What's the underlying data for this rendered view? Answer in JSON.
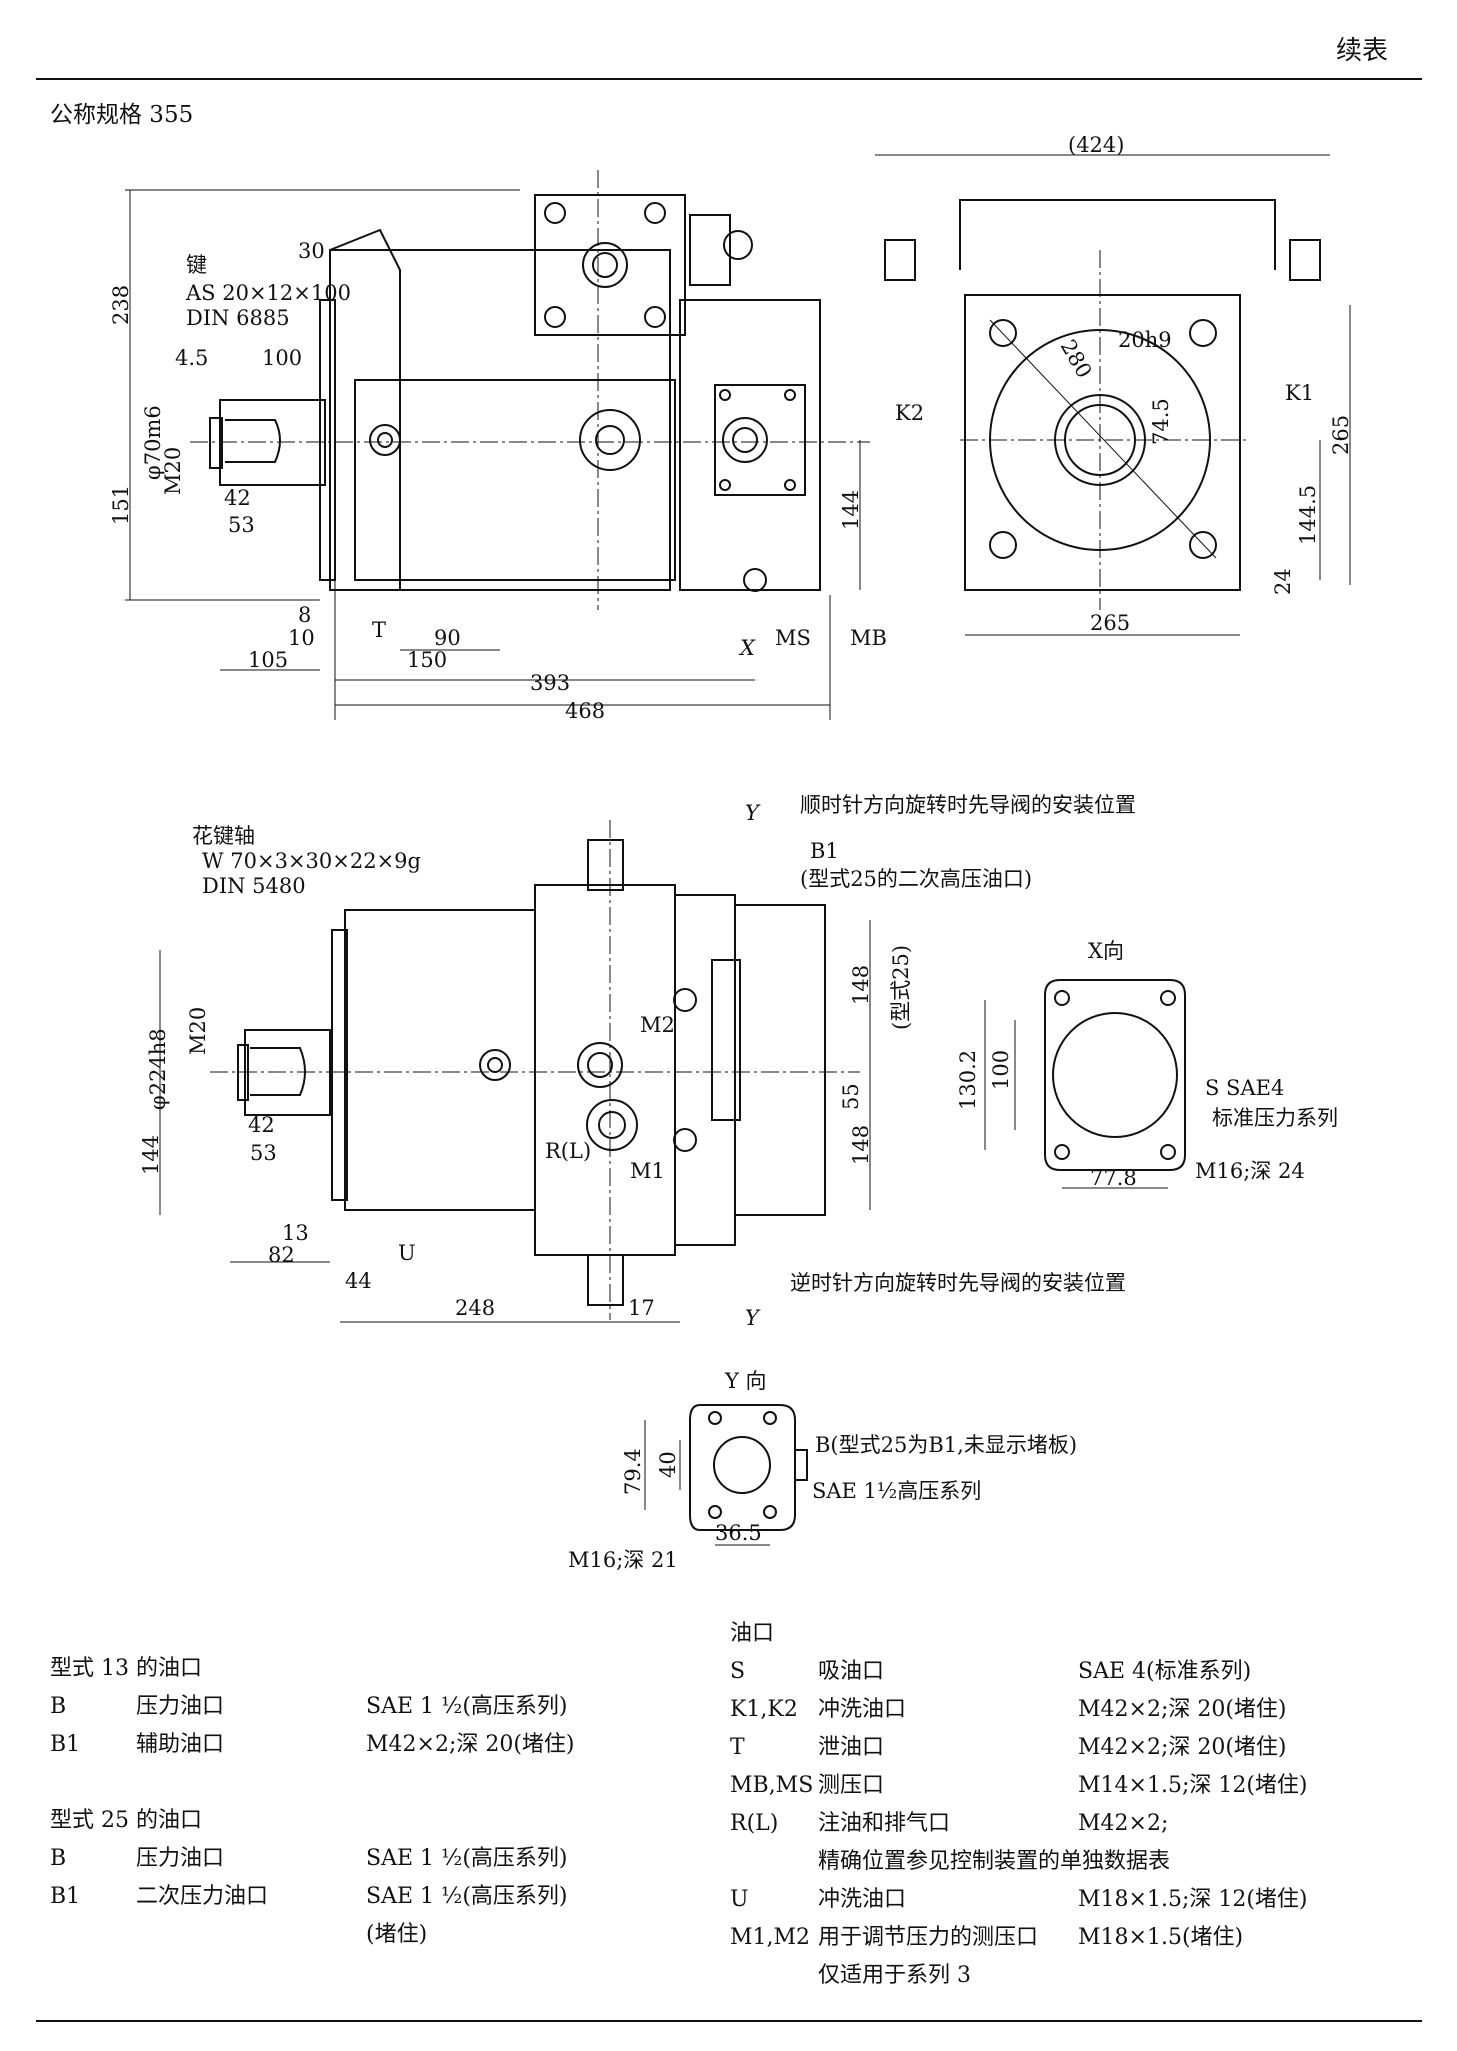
{
  "header": {
    "continued_label": "续表"
  },
  "spec_title": "公称规格 355",
  "drawing1": {
    "key_label": "键",
    "key_spec": "AS 20×12×100",
    "key_din": "DIN 6885",
    "dims": {
      "d424": "(424)",
      "d238": "238",
      "d30": "30",
      "d4_5": "4.5",
      "d100": "100",
      "d70m6": "φ70m6",
      "m20": "M20",
      "d151": "151",
      "d42": "42",
      "d53": "53",
      "d8": "8",
      "d10": "10",
      "d105": "105",
      "d90": "90",
      "d150": "150",
      "d393": "393",
      "d468": "468",
      "d144": "144",
      "d20h9": "20h9",
      "d280": "280",
      "d74_5": "74.5",
      "d265v": "265",
      "d144_5": "144.5",
      "d24": "24",
      "d265h": "265"
    },
    "labels": {
      "T": "T",
      "X": "X",
      "MS": "MS",
      "MB": "MB",
      "K1": "K1",
      "K2": "K2"
    }
  },
  "drawing2": {
    "shaft_label": "花键轴",
    "shaft_spec": "W 70×3×30×22×9g",
    "shaft_din": "DIN  5480",
    "cw_note": "顺时针方向旋转时先导阀的安装位置",
    "ccw_note": "逆时针方向旋转时先导阀的安装位置",
    "b1_label": "B1",
    "b1_note": "(型式25的二次高压油口)",
    "type25": "(型式25)",
    "dims": {
      "d224h8": "φ224h8",
      "m20": "M20",
      "d144": "144",
      "d42": "42",
      "d53": "53",
      "d13": "13",
      "d82": "82",
      "d44": "44",
      "d248": "248",
      "d17": "17",
      "d148a": "148",
      "d148b": "148",
      "d55": "55"
    },
    "labels": {
      "Y": "Y",
      "M2": "M2",
      "M1": "M1",
      "RL": "R(L)",
      "U": "U"
    }
  },
  "xview": {
    "title": "X向",
    "d130_2": "130.2",
    "d100": "100",
    "d77_8": "77.8",
    "s_note": "S SAE4",
    "s_series": "标准压力系列",
    "m16": "M16;深 24"
  },
  "yview": {
    "title": "Y 向",
    "d79_4": "79.4",
    "d40": "40",
    "d36_5": "36.5",
    "b_note": "B(型式25为B1,未显示堵板)",
    "sae": "SAE  1½高压系列",
    "m16": "M16;深 21"
  },
  "ports_left": {
    "type13_title": "型式 13 的油口",
    "type13": [
      {
        "port": "B",
        "name": "压力油口",
        "spec": "SAE 1 ½(高压系列)"
      },
      {
        "port": "B1",
        "name": "辅助油口",
        "spec": "M42×2;深 20(堵住)"
      }
    ],
    "type25_title": "型式 25 的油口",
    "type25": [
      {
        "port": "B",
        "name": "压力油口",
        "spec": "SAE 1 ½(高压系列)"
      },
      {
        "port": "B1",
        "name": "二次压力油口",
        "spec": "SAE 1 ½(高压系列)"
      },
      {
        "port": "",
        "name": "",
        "spec": "(堵住)"
      }
    ]
  },
  "ports_right": {
    "title": "油口",
    "rows": [
      {
        "port": "S",
        "name": "吸油口",
        "spec": "SAE 4(标准系列)"
      },
      {
        "port": "K1,K2",
        "name": "冲洗油口",
        "spec": "M42×2;深 20(堵住)"
      },
      {
        "port": "T",
        "name": "泄油口",
        "spec": "M42×2;深 20(堵住)"
      },
      {
        "port": "MB,MS",
        "name": "测压口",
        "spec": "M14×1.5;深 12(堵住)"
      },
      {
        "port": "R(L)",
        "name": "注油和排气口",
        "spec": "M42×2;"
      },
      {
        "port": "",
        "name": "精确位置参见控制装置的单独数据表",
        "spec": ""
      },
      {
        "port": "U",
        "name": "冲洗油口",
        "spec": "M18×1.5;深 12(堵住)"
      },
      {
        "port": "M1,M2",
        "name": "用于调节压力的测压口",
        "spec": "M18×1.5(堵住)"
      },
      {
        "port": "",
        "name": "仅适用于系列 3",
        "spec": ""
      }
    ]
  }
}
